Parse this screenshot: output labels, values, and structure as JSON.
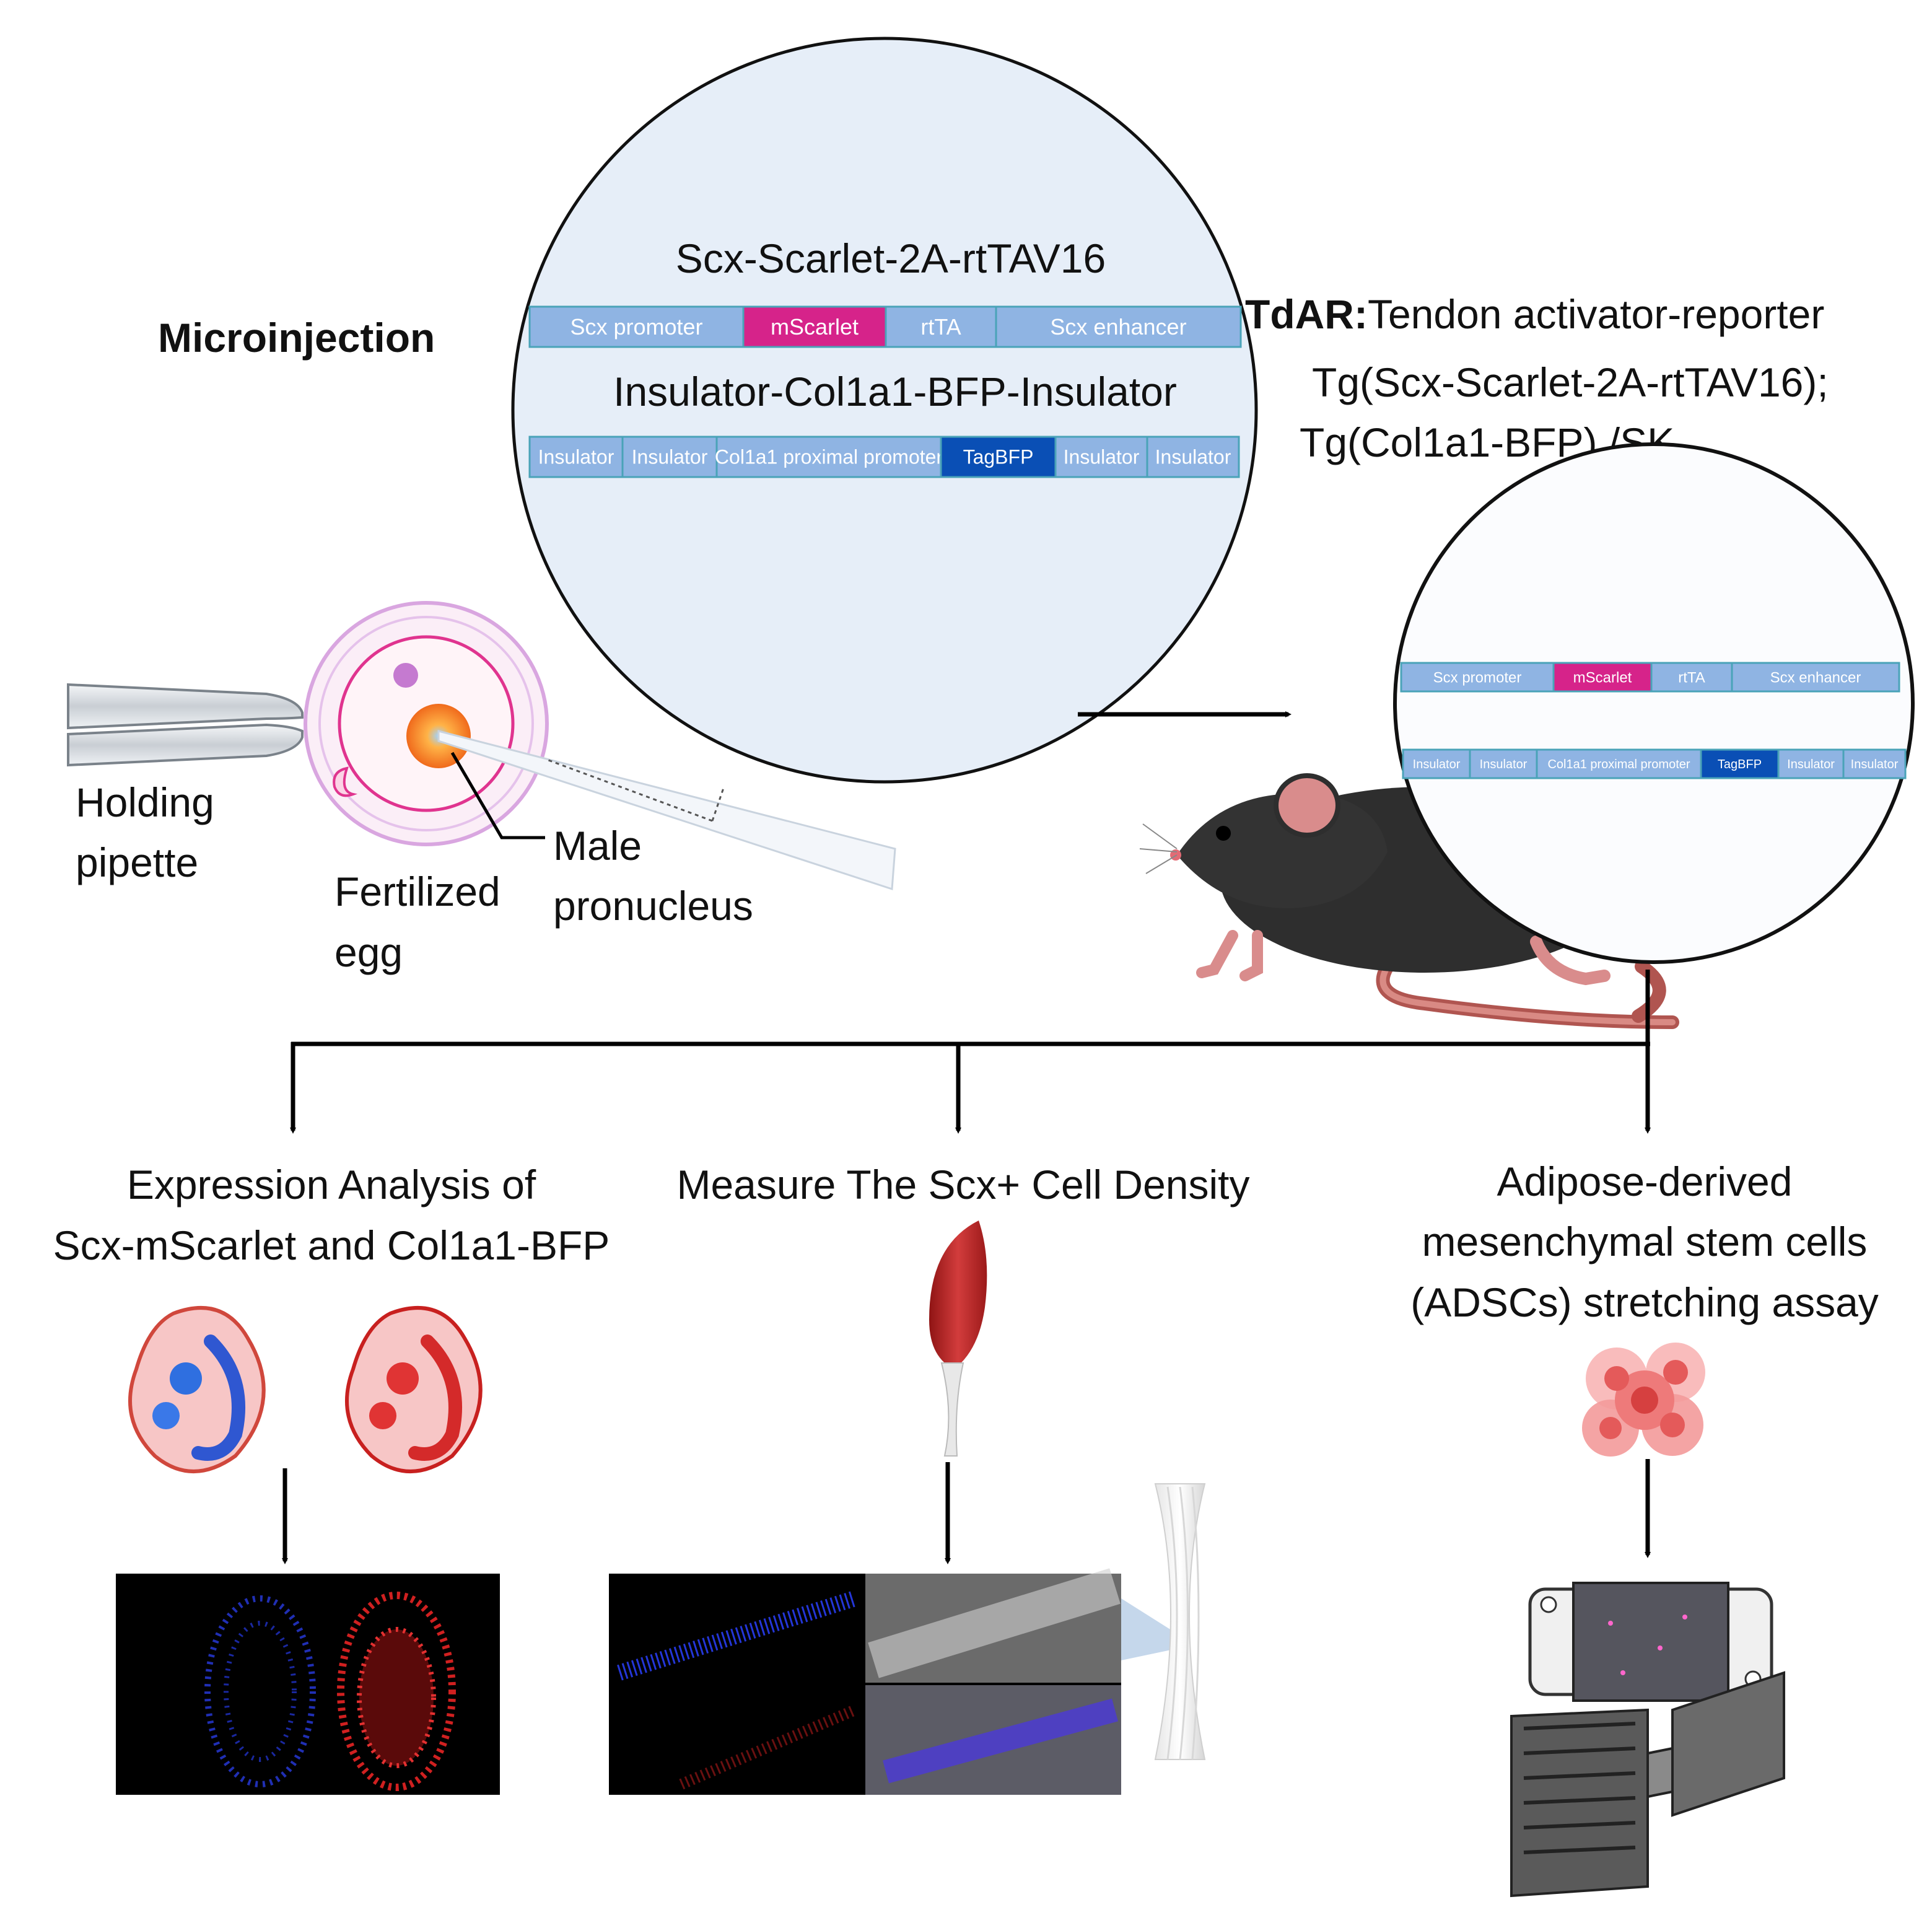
{
  "labels": {
    "microinjection": "Microinjection",
    "holding_line1": "Holding",
    "holding_line2": "pipette",
    "egg_line1": "Fertilized",
    "egg_line2": "egg",
    "pron_line1": "Male",
    "pron_line2": "pronucleus",
    "construct1_title": "Scx-Scarlet-2A-rtTAV16",
    "construct2_title": "Insulator-Col1a1-BFP-Insulator",
    "tdar_bold": "TdAR:",
    "tdar_rest": "Tendon activator-reporter",
    "tg_line1": "Tg(Scx-Scarlet-2A-rtTAV16);",
    "tg_line2": "Tg(Col1a1-BFP) /SK",
    "branch1_line1": "Expression Analysis of",
    "branch1_line2": "Scx-mScarlet and Col1a1-BFP",
    "branch2": "Measure The Scx+ Cell Density",
    "branch3_line1": "Adipose-derived",
    "branch3_line2": "mesenchymal stem cells",
    "branch3_line3": "(ADSCs) stretching assay"
  },
  "construct1": [
    {
      "label": "Scx promoter",
      "color": "#8fb4e3"
    },
    {
      "label": "mScarlet",
      "color": "#d6238a"
    },
    {
      "label": "rtTA",
      "color": "#8fb4e3"
    },
    {
      "label": "Scx enhancer",
      "color": "#8fb4e3"
    }
  ],
  "construct2": [
    {
      "label": "Insulator",
      "color": "#8fb4e3"
    },
    {
      "label": "Insulator",
      "color": "#8fb4e3"
    },
    {
      "label": "Col1a1 proximal promoter",
      "color": "#8fb4e3"
    },
    {
      "label": "TagBFP",
      "color": "#0a4fb5"
    },
    {
      "label": "Insulator",
      "color": "#8fb4e3"
    },
    {
      "label": "Insulator",
      "color": "#8fb4e3"
    }
  ],
  "colors": {
    "segment_light": "#8fb4e3",
    "mscarlet": "#d6238a",
    "tagbfp": "#0a4fb5",
    "circle_fill": "#e6eef8"
  }
}
